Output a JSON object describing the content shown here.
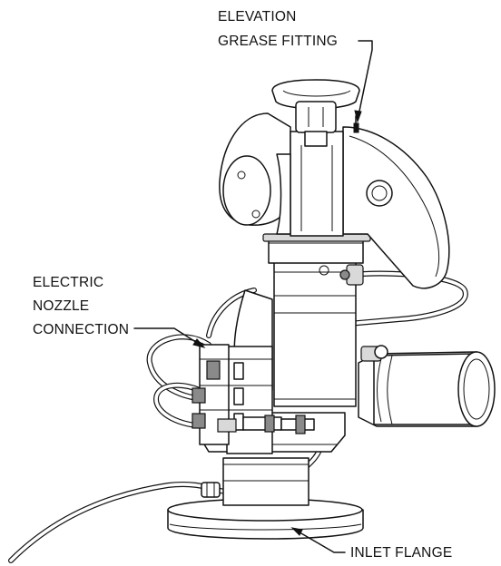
{
  "callouts": {
    "elevation_line1": "ELEVATION",
    "elevation_line2": "GREASE FITTING",
    "electric_line1": "ELECTRIC",
    "electric_line2": "NOZZLE",
    "electric_line3": "CONNECTION",
    "inlet": "INLET FLANGE"
  }
}
